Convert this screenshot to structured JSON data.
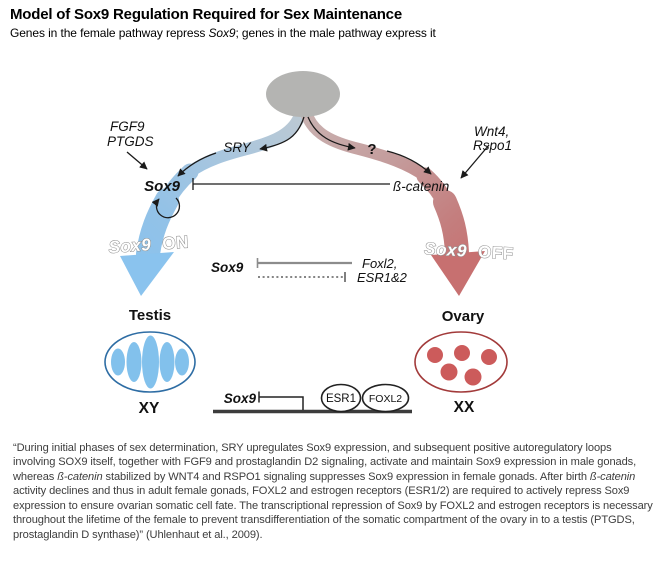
{
  "header": {
    "title": "Model of Sox9 Regulation Required for Sex Maintenance",
    "subtitle_segments": [
      {
        "t": "Genes in the female pathway repress ",
        "i": false
      },
      {
        "t": "Sox9",
        "i": true
      },
      {
        "t": "; genes in the male pathway express it",
        "i": false
      }
    ]
  },
  "diagram": {
    "male_pathway": {
      "fgf9": "FGF9",
      "ptgds": "PTGDS",
      "sry": "SRY",
      "sox9": "Sox9",
      "state_gene": "Sox9",
      "state": "ON",
      "organ": "Testis",
      "karyotype": "XY"
    },
    "female_pathway": {
      "wnt4": "Wnt4,",
      "rspo1": "Rspo1",
      "unknown": "?",
      "bcatenin": "ß-catenin",
      "state_gene": "Sox9",
      "state": "OFF",
      "organ": "Ovary",
      "karyotype": "XX"
    },
    "repression_inset": {
      "sox9": "Sox9",
      "foxl2": "Foxl2,",
      "esr": "ESR1&2"
    },
    "gene_model": {
      "sox9": "Sox9",
      "esr1": "ESR1",
      "foxl2": "FOXL2"
    },
    "colors": {
      "male_blue": "#8ac3ee",
      "female_red": "#c77070",
      "gonad_gray": "#b4b4b2",
      "testis_outline": "#2e6da4",
      "testis_fill": "#82c1ec",
      "ovary_outline": "#a23a3a",
      "ovary_fill": "#cc5b5b"
    }
  },
  "quote": {
    "segments": [
      {
        "t": "“During initial phases of sex determination, SRY upregulates Sox9 expression, and subsequent positive autoregulatory loops involving SOX9 itself, together with FGF9 and prostaglandin D2 signaling, activate and maintain Sox9 expression in male gonads, whereas ",
        "i": false
      },
      {
        "t": "ß-catenin",
        "i": true
      },
      {
        "t": " stabilized by WNT4 and RSPO1 signaling suppresses Sox9 expression in female gonads. After birth ",
        "i": false
      },
      {
        "t": "ß-catenin",
        "i": true
      },
      {
        "t": " activity declines and thus in adult female gonads, FOXL2 and estrogen receptors (ESR1/2) are required to actively repress Sox9 expression to ensure ovarian somatic cell fate.  The transcriptional repression of Sox9 by FOXL2 and estrogen receptors is necessary throughout the lifetime of the female to prevent transdifferentiation of the somatic compartment of the ovary in to a testis (PTGDS, prostaglandin D synthase)” (Uhlenhaut et al., 2009).",
        "i": false
      }
    ]
  }
}
